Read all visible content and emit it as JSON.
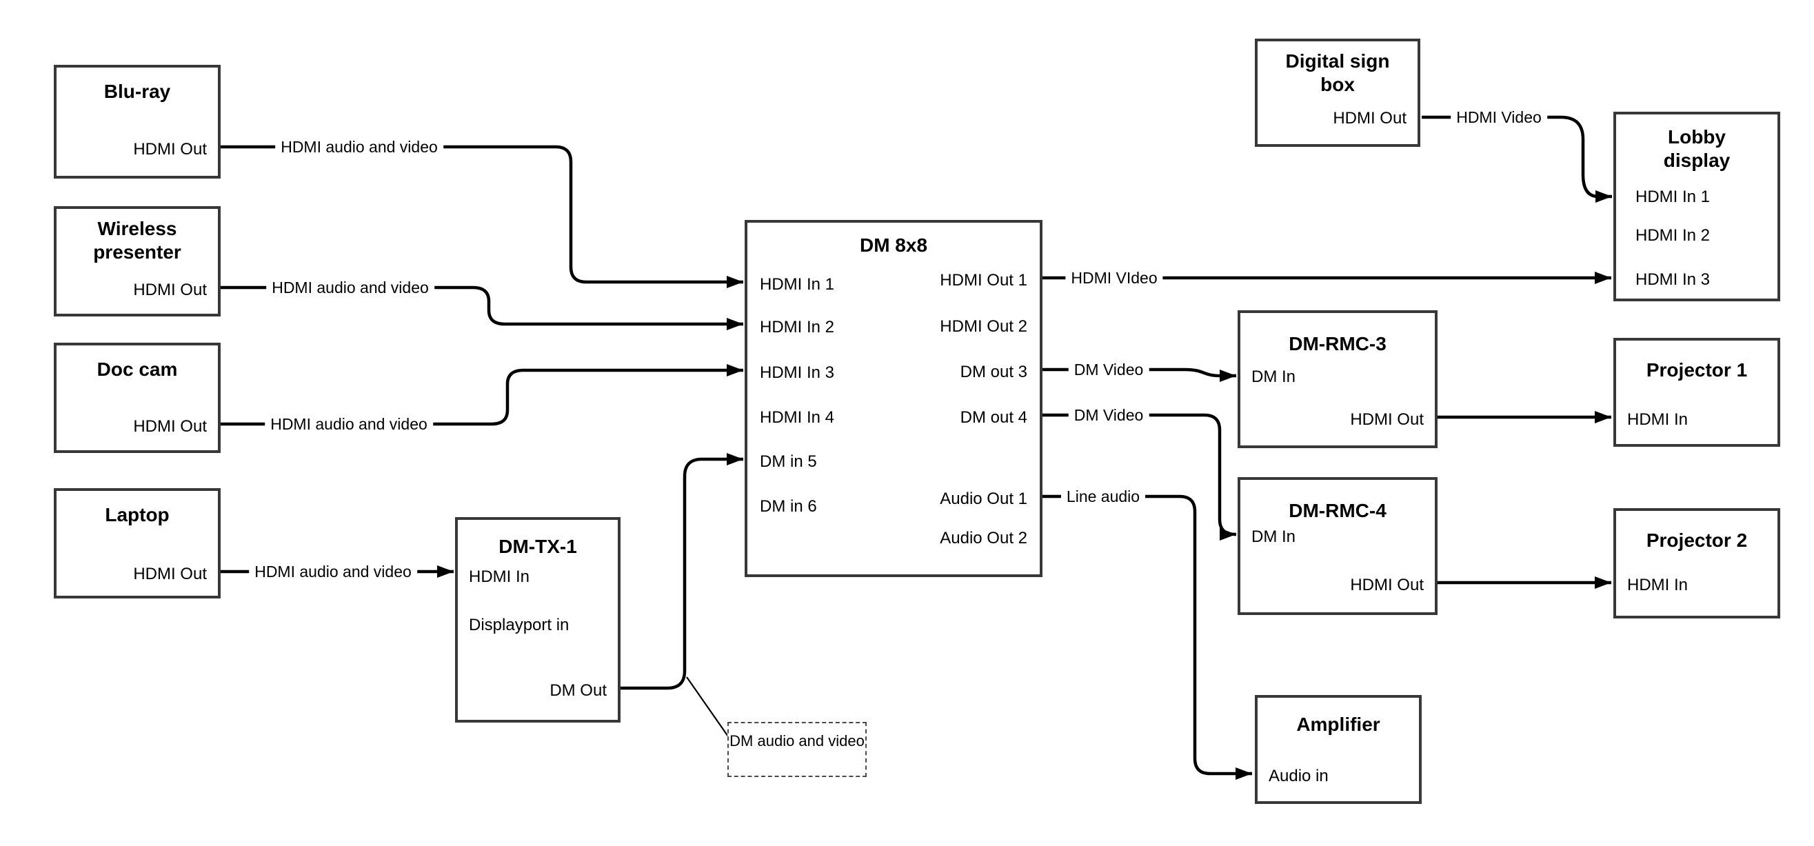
{
  "nodes": {
    "bluray": {
      "title": "Blu-ray",
      "port_out": "HDMI Out"
    },
    "wireless": {
      "title": "Wireless presenter",
      "port_out": "HDMI Out"
    },
    "doccam": {
      "title": "Doc cam",
      "port_out": "HDMI Out"
    },
    "laptop": {
      "title": "Laptop",
      "port_out": "HDMI Out"
    },
    "dmtx1": {
      "title": "DM-TX-1",
      "ports": {
        "hdmi_in": "HDMI In",
        "displayport_in": "Displayport in",
        "dm_out": "DM Out"
      }
    },
    "dm8x8": {
      "title": "DM 8x8",
      "inputs": [
        "HDMI In 1",
        "HDMI In 2",
        "HDMI In 3",
        "HDMI In 4",
        "DM in 5",
        "DM in 6"
      ],
      "outputs": [
        "HDMI Out 1",
        "HDMI Out 2",
        "DM out 3",
        "DM out 4",
        "Audio Out 1",
        "Audio Out 2"
      ]
    },
    "digisign": {
      "title": "Digital sign box",
      "port_out": "HDMI Out"
    },
    "lobby": {
      "title": "Lobby display",
      "inputs": [
        "HDMI In 1",
        "HDMI In 2",
        "HDMI In 3"
      ]
    },
    "rmc3": {
      "title": "DM-RMC-3",
      "ports": {
        "dm_in": "DM In",
        "hdmi_out": "HDMI Out"
      }
    },
    "rmc4": {
      "title": "DM-RMC-4",
      "ports": {
        "dm_in": "DM In",
        "hdmi_out": "HDMI Out"
      }
    },
    "proj1": {
      "title": "Projector 1",
      "port_in": "HDMI In"
    },
    "proj2": {
      "title": "Projector 2",
      "port_in": "HDMI In"
    },
    "amp": {
      "title": "Amplifier",
      "port_in": "Audio in"
    }
  },
  "edge_labels": {
    "bluray_to_dm8x8": "HDMI audio and video",
    "wireless_to_dm8x8": "HDMI audio and video",
    "doccam_to_dm8x8": "HDMI audio and video",
    "laptop_to_dmtx1": "HDMI audio and video",
    "hdmi_out1_to_lobby": "HDMI VIdeo",
    "dm_out3_to_rmc3": "DM Video",
    "dm_out4_to_rmc4": "DM Video",
    "audio_out1_to_amp": "Line audio",
    "digisign_to_lobby": "HDMI Video"
  },
  "note": {
    "text": "DM audio and video"
  },
  "colors": {
    "line": "#000000",
    "box_border": "#383838",
    "background": "#ffffff"
  }
}
